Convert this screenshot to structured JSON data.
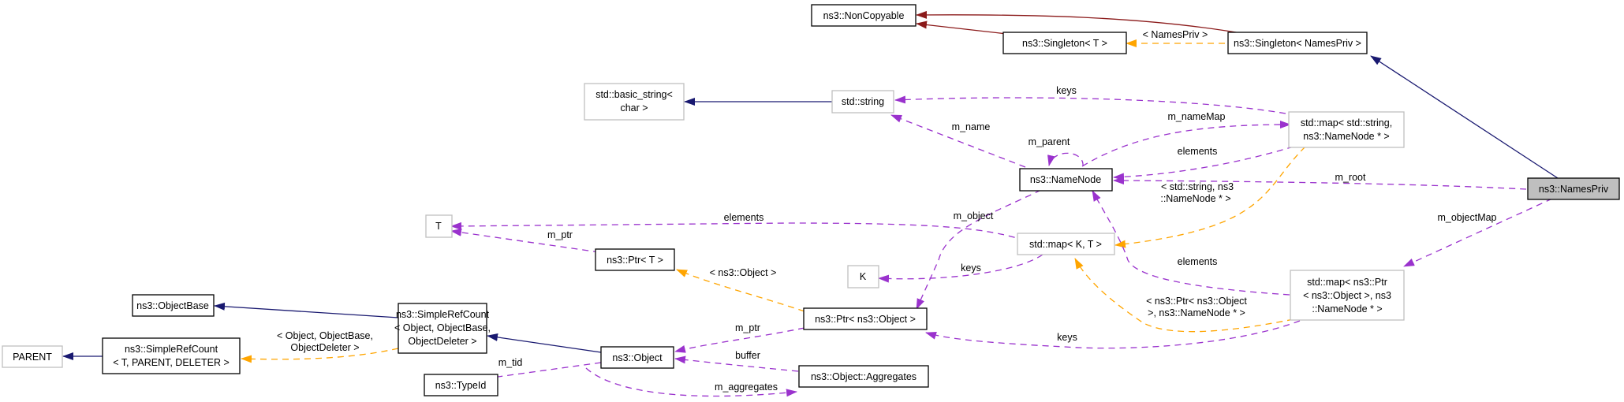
{
  "diagram": {
    "title": "Collaboration diagram for ns3::NamesPriv",
    "colors": {
      "inheritance": "#191970",
      "noncopyable_inheritance": "#8b1a1a",
      "usage": "#9a32cd",
      "template_instance": "#ffa500",
      "focus_fill": "#bfbfbf",
      "external_border": "#bfbfbf"
    },
    "nodes": {
      "noncopyable": "ns3::NonCopyable",
      "singleton_t": "ns3::Singleton< T >",
      "singleton_namespriv": "ns3::Singleton< NamesPriv >",
      "basic_string_l1": "std::basic_string<",
      "basic_string_l2": "char >",
      "std_string": "std::string",
      "map_string_l1": "std::map< std::string,",
      "map_string_l2": "ns3::NameNode * >",
      "namenode": "ns3::NameNode",
      "namespriv": "ns3::NamesPriv",
      "t": "T",
      "ptr_t": "ns3::Ptr< T >",
      "map_kt": "std::map< K, T >",
      "k": "K",
      "map_ptr_l1": "std::map< ns3::Ptr",
      "map_ptr_l2": "< ns3::Object >, ns3",
      "map_ptr_l3": "::NameNode * >",
      "objectbase": "ns3::ObjectBase",
      "simplerefcount_obj_l1": "ns3::SimpleRefCount",
      "simplerefcount_obj_l2": "< Object, ObjectBase,",
      "simplerefcount_obj_l3": "ObjectDeleter >",
      "parent": "PARENT",
      "simplerefcount_t_l1": "ns3::SimpleRefCount",
      "simplerefcount_t_l2": "< T, PARENT, DELETER >",
      "ptr_object": "ns3::Ptr< ns3::Object >",
      "object": "ns3::Object",
      "typeid": "ns3::TypeId",
      "aggregates": "ns3::Object::Aggregates"
    },
    "edge_labels": {
      "namespriv_tmpl": "< NamesPriv >",
      "keys_top": "keys",
      "m_name": "m_name",
      "m_nameMap": "m_nameMap",
      "m_parent": "m_parent",
      "elements_namenode": "elements",
      "m_root": "m_root",
      "string_tmpl_l1": "< std::string, ns3",
      "string_tmpl_l2": "::NameNode * >",
      "elements_t": "elements",
      "m_object": "m_object",
      "m_ptr_t": "m_ptr",
      "m_objectMap": "m_objectMap",
      "elements_map_ptr": "elements",
      "keys_k": "keys",
      "object_tmpl": "< ns3::Object >",
      "ptr_tmpl_l1": "< ns3::Ptr< ns3::Object",
      "ptr_tmpl_l2": ">, ns3::NameNode * >",
      "keys_ptr": "keys",
      "src_tmpl_l1": "< Object, ObjectBase,",
      "src_tmpl_l2": "ObjectDeleter >",
      "m_ptr_obj": "m_ptr",
      "buffer": "buffer",
      "m_tid": "m_tid",
      "m_aggregates": "m_aggregates"
    }
  }
}
